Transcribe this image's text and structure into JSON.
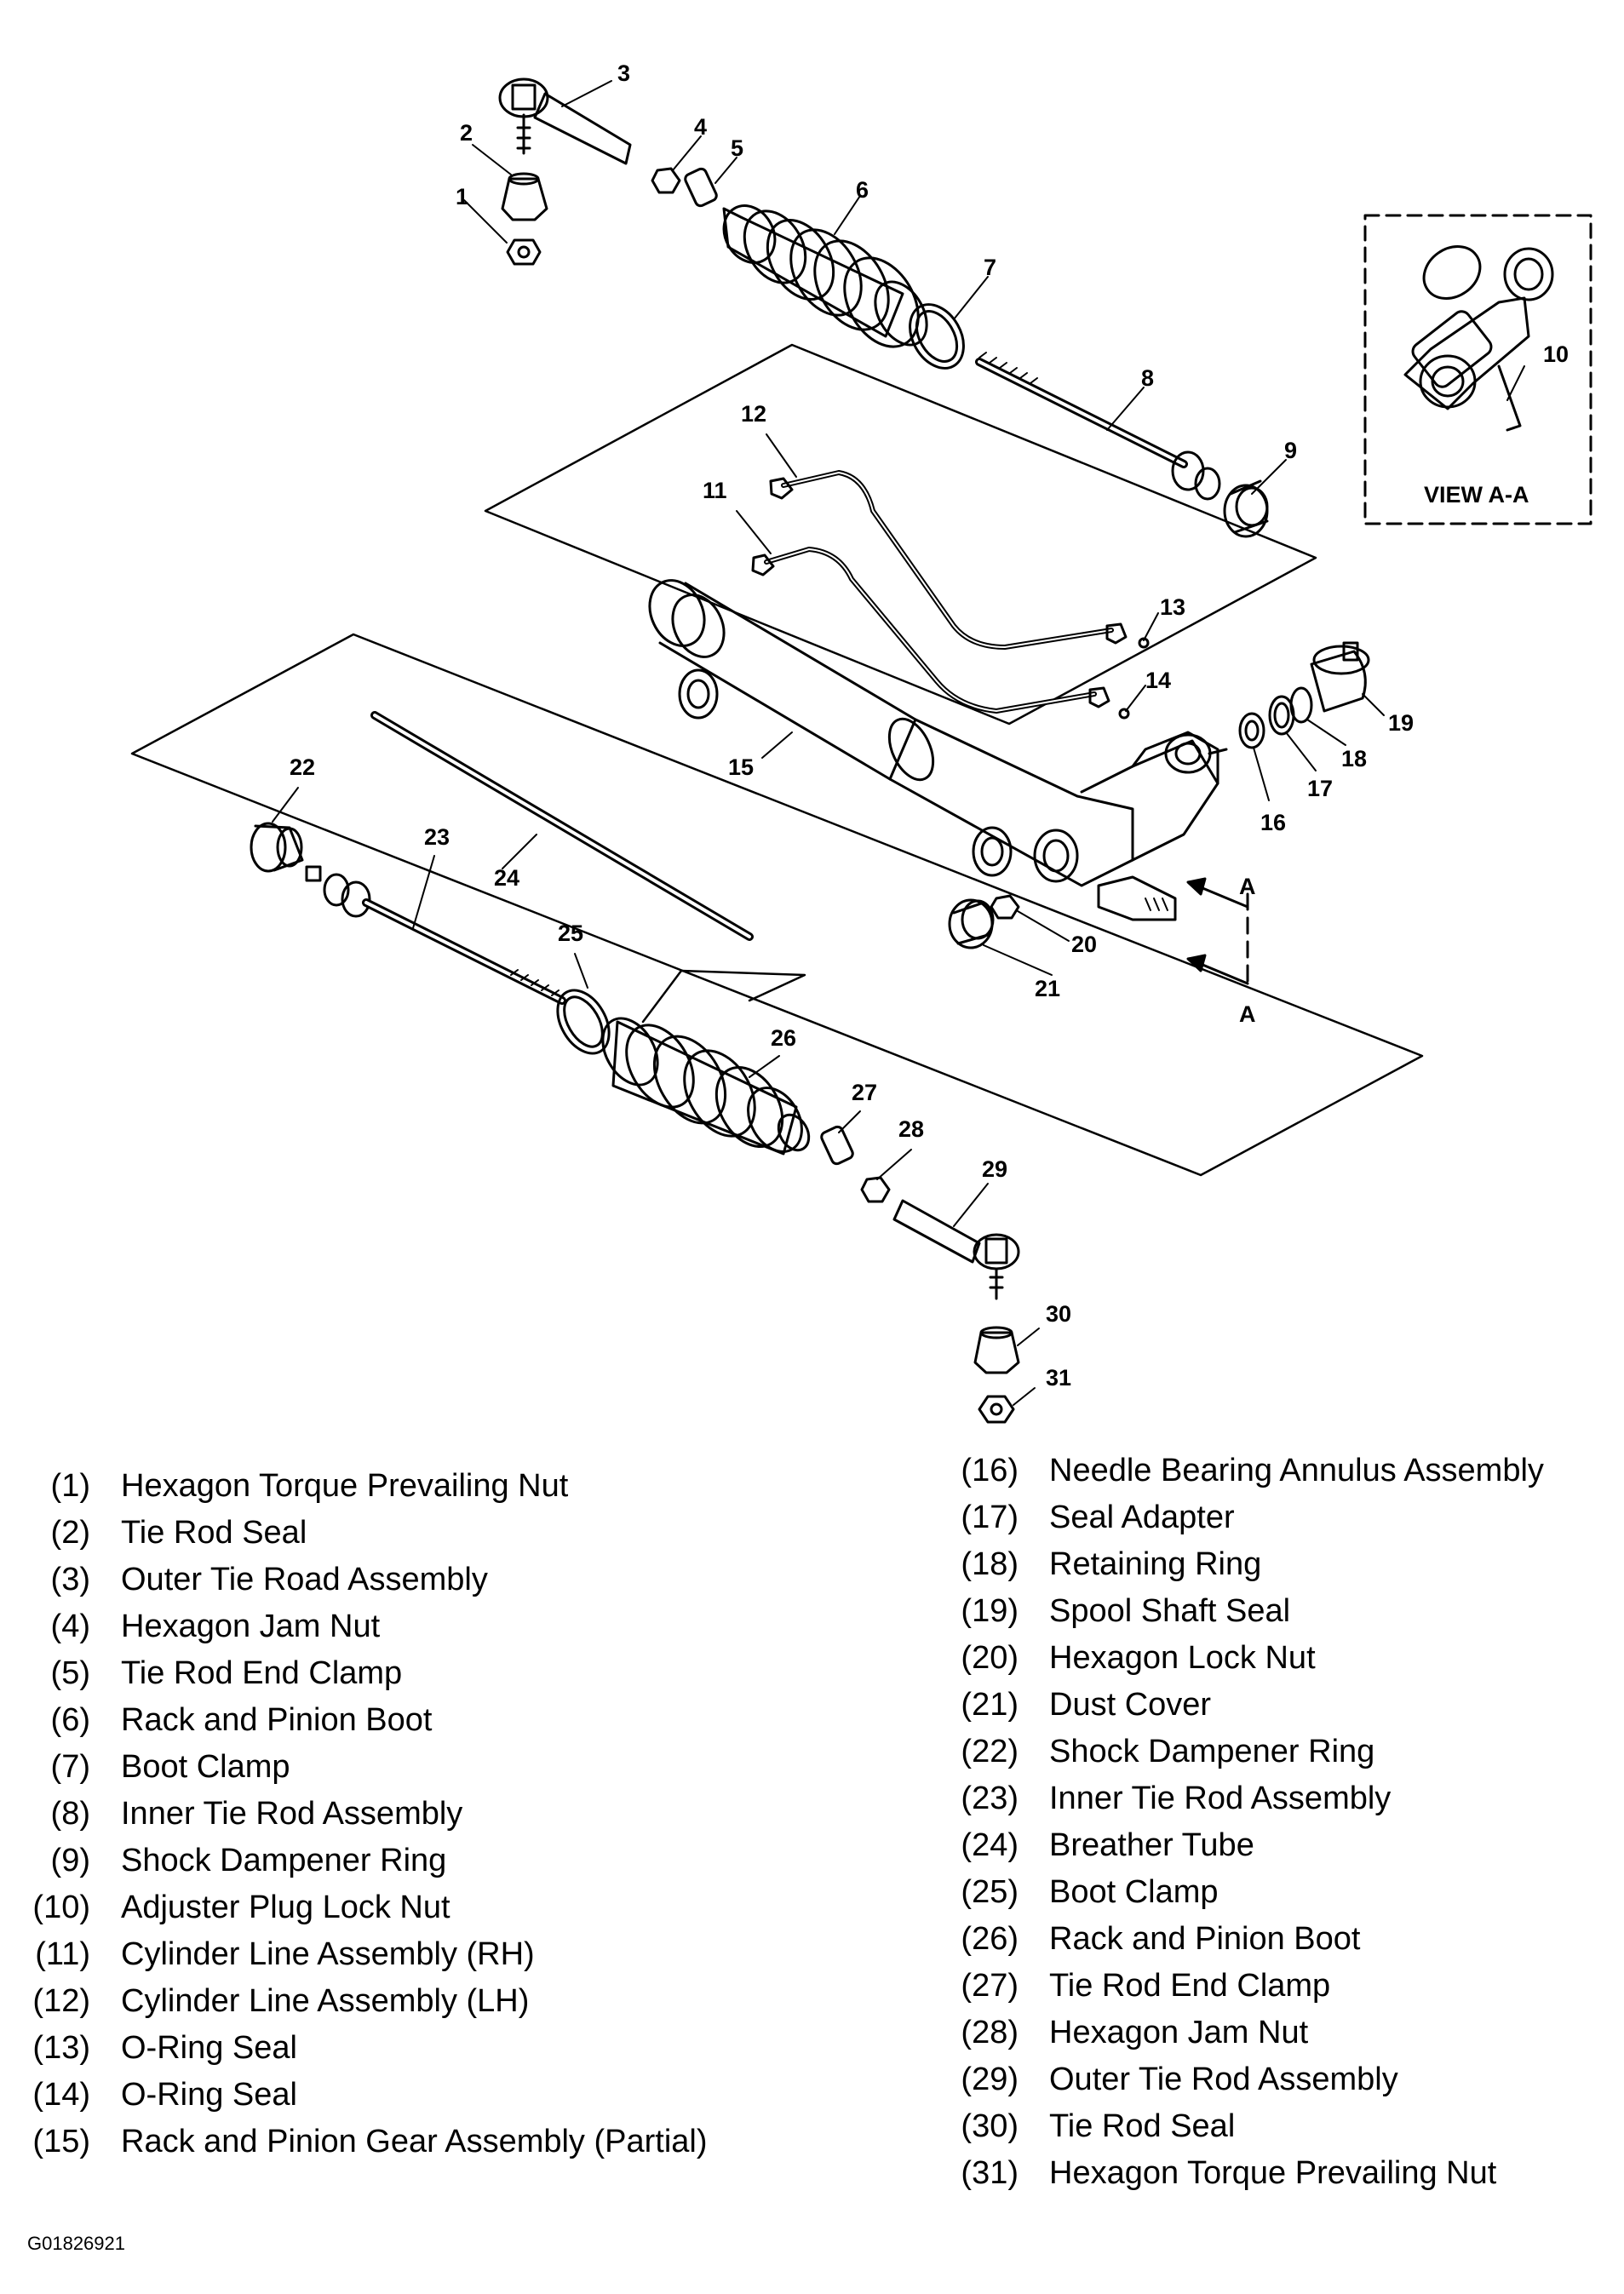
{
  "view_inset": {
    "label": "VIEW A-A"
  },
  "section_marks": [
    "A",
    "A"
  ],
  "callouts": [
    "1",
    "2",
    "3",
    "4",
    "5",
    "6",
    "7",
    "8",
    "9",
    "10",
    "11",
    "12",
    "13",
    "14",
    "15",
    "16",
    "17",
    "18",
    "19",
    "20",
    "21",
    "22",
    "23",
    "24",
    "25",
    "26",
    "27",
    "28",
    "29",
    "30",
    "31"
  ],
  "legend": [
    {
      "num": "(1)",
      "label": "Hexagon Torque Prevailing Nut"
    },
    {
      "num": "(2)",
      "label": "Tie Rod Seal"
    },
    {
      "num": "(3)",
      "label": "Outer Tie Road Assembly"
    },
    {
      "num": "(4)",
      "label": "Hexagon Jam Nut"
    },
    {
      "num": "(5)",
      "label": "Tie Rod End Clamp"
    },
    {
      "num": "(6)",
      "label": "Rack and Pinion Boot"
    },
    {
      "num": "(7)",
      "label": "Boot Clamp"
    },
    {
      "num": "(8)",
      "label": "Inner Tie Rod Assembly"
    },
    {
      "num": "(9)",
      "label": "Shock Dampener Ring"
    },
    {
      "num": "(10)",
      "label": "Adjuster Plug Lock Nut"
    },
    {
      "num": "(11)",
      "label": "Cylinder Line Assembly (RH)"
    },
    {
      "num": "(12)",
      "label": "Cylinder Line Assembly (LH)"
    },
    {
      "num": "(13)",
      "label": "O-Ring Seal"
    },
    {
      "num": "(14)",
      "label": "O-Ring Seal"
    },
    {
      "num": "(15)",
      "label": "Rack and Pinion Gear Assembly (Partial)"
    },
    {
      "num": "(16)",
      "label": "Needle Bearing Annulus Assembly"
    },
    {
      "num": "(17)",
      "label": "Seal Adapter"
    },
    {
      "num": "(18)",
      "label": "Retaining Ring"
    },
    {
      "num": "(19)",
      "label": "Spool Shaft Seal"
    },
    {
      "num": "(20)",
      "label": "Hexagon Lock Nut"
    },
    {
      "num": "(21)",
      "label": "Dust Cover"
    },
    {
      "num": "(22)",
      "label": "Shock Dampener Ring"
    },
    {
      "num": "(23)",
      "label": "Inner Tie Rod Assembly"
    },
    {
      "num": "(24)",
      "label": "Breather Tube"
    },
    {
      "num": "(25)",
      "label": "Boot Clamp"
    },
    {
      "num": "(26)",
      "label": "Rack and Pinion Boot"
    },
    {
      "num": "(27)",
      "label": "Tie Rod End Clamp"
    },
    {
      "num": "(28)",
      "label": "Hexagon Jam Nut"
    },
    {
      "num": "(29)",
      "label": "Outer Tie Rod Assembly"
    },
    {
      "num": "(30)",
      "label": "Tie Rod Seal"
    },
    {
      "num": "(31)",
      "label": "Hexagon Torque Prevailing Nut"
    }
  ],
  "figure_code": "G01826921"
}
